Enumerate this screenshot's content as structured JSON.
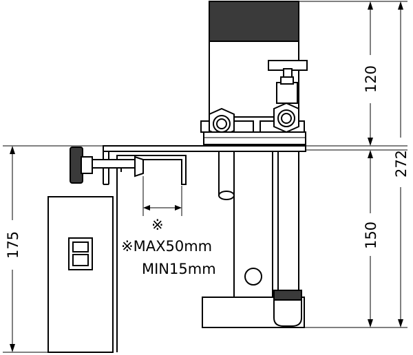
{
  "dimensions": {
    "height_upper": "120",
    "height_lower": "150",
    "height_total": "272",
    "height_left": "175"
  },
  "clamp_note": {
    "marker": "※",
    "max_label": "※MAX50mm",
    "min_label": "MIN15mm"
  }
}
